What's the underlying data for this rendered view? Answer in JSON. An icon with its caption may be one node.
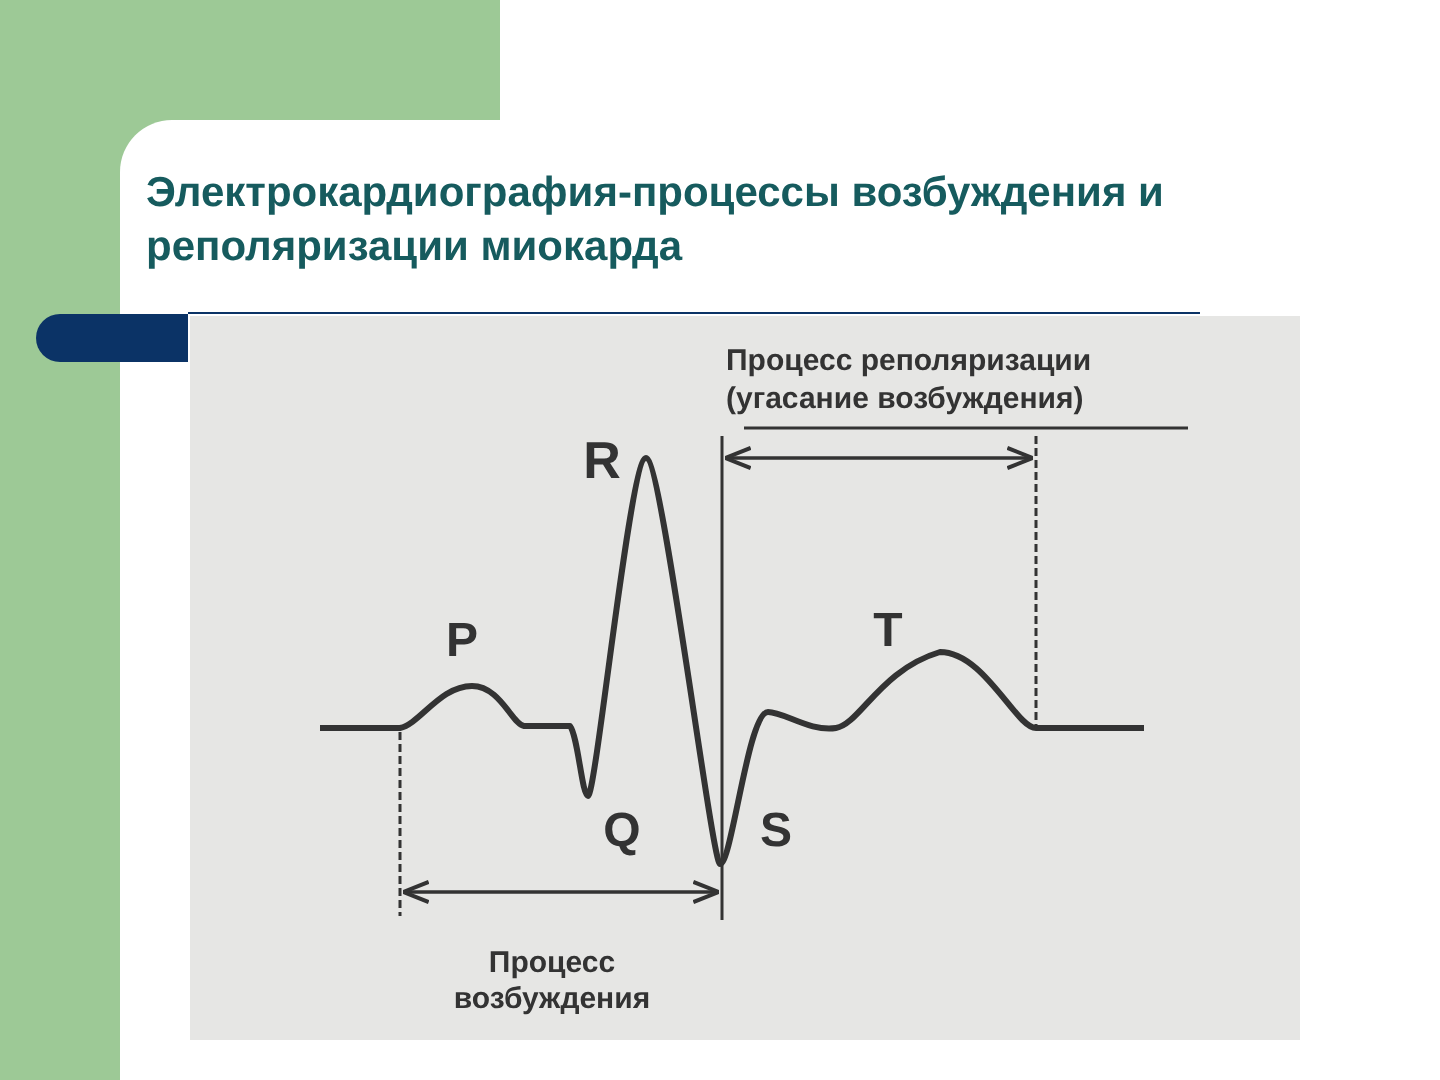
{
  "diagram": {
    "title": "Электрокардиография-процессы возбуждения и реполяризации миокарда",
    "labels": [
      "Процесс реполяризации (угасание возбуждения)",
      "R",
      "P",
      "T",
      "Q",
      "S",
      "Процесс возбуждения"
    ]
  }
}
